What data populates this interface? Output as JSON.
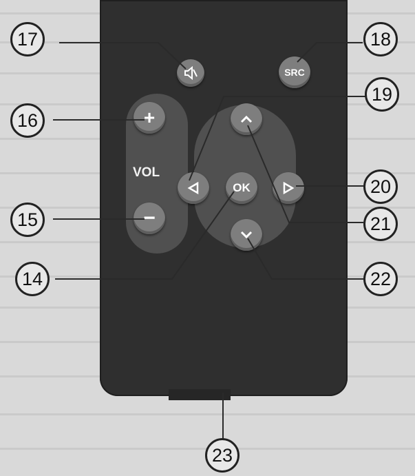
{
  "remote": {
    "vol_label": "VOL",
    "buttons": {
      "mute_icon": "speaker-mute-icon",
      "src_label": "SRC",
      "vol_up_label": "+",
      "vol_down_label": "−",
      "ok_label": "OK",
      "up_icon": "chevron-up-icon",
      "down_icon": "chevron-down-icon",
      "left_icon": "triangle-left-icon",
      "right_icon": "triangle-right-icon"
    }
  },
  "callouts": {
    "c14": "14",
    "c15": "15",
    "c16": "16",
    "c17": "17",
    "c18": "18",
    "c19": "19",
    "c20": "20",
    "c21": "21",
    "c22": "22",
    "c23": "23"
  },
  "colors": {
    "remote_body": "#2f2f2f",
    "button": "#7e7e7e",
    "panel": "#505050",
    "background": "#d9d9d9"
  }
}
